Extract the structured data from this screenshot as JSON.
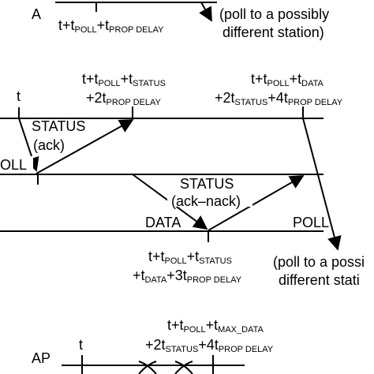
{
  "top": {
    "station": "A",
    "time_label": {
      "base": "t+t",
      "sub1": "POLL",
      "mid": "+t",
      "sub2": "PROP DELAY"
    },
    "note": [
      "(poll to a possibly",
      "different station)"
    ]
  },
  "middle": {
    "time_t": "t",
    "poll_left": "OLL",
    "label_status_ack_1": "STATUS",
    "label_status_ack_2": "(ack)",
    "label_status_nack_1": "STATUS",
    "label_status_nack_2": "(ack–nack)",
    "label_data": "DATA",
    "label_poll": "POLL",
    "top_label_a": {
      "line1": {
        "base": "t+t",
        "sub1": "POLL",
        "mid": "+t",
        "sub2": "STATUS"
      },
      "line2": {
        "base": "+2t",
        "sub1": "PROP DELAY"
      }
    },
    "top_label_b": {
      "line1": {
        "base": "t+t",
        "sub1": "POLL",
        "mid": "+t",
        "sub2": "DATA"
      },
      "line2": {
        "base": "+2t",
        "sub1": "STATUS",
        "mid": "+4t",
        "sub2": "PROP DELAY"
      }
    },
    "bottom_label": {
      "line1": {
        "base": "t+t",
        "sub1": "POLL",
        "mid": "+t",
        "sub2": "STATUS"
      },
      "line2": {
        "base": "+t",
        "sub1": "DATA",
        "mid": "+3t",
        "sub2": "PROP DELAY"
      }
    },
    "note": [
      "(poll to a possi",
      "different stati"
    ]
  },
  "bottom": {
    "station": "AP",
    "time_t": "t",
    "label": {
      "line1": {
        "base": "t+t",
        "sub1": "POLL",
        "mid": "+t",
        "sub2": "MAX_DATA"
      },
      "line2": {
        "base": "+2t",
        "sub1": "STATUS",
        "mid": "+4t",
        "sub2": "PROP DELAY"
      }
    }
  }
}
